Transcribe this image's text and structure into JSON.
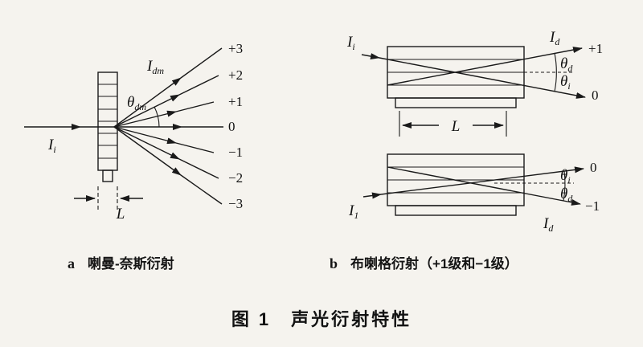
{
  "panel_a": {
    "label": "a",
    "title": "喇曼-奈斯衍射",
    "incident_base": "I",
    "incident_sub": "i",
    "diffracted_base": "I",
    "diffracted_sub": "dm",
    "angle_base": "θ",
    "angle_sub": "dm",
    "length_label": "L",
    "orders": [
      "+3",
      "+2",
      "+1",
      "0",
      "−1",
      "−2",
      "−3"
    ]
  },
  "panel_b": {
    "label": "b",
    "title": "布喇格衍射（+1级和−1级）",
    "top": {
      "incident_base": "I",
      "incident_sub": "i",
      "output_base": "I",
      "output_sub": "d",
      "order_plus": "+1",
      "order_zero": "0",
      "theta_d_base": "θ",
      "theta_d_sub": "d",
      "theta_i_base": "θ",
      "theta_i_sub": "i",
      "length_label": "L"
    },
    "bottom": {
      "incident_base": "I",
      "incident_sub": "1",
      "output_base": "I",
      "output_sub": "d",
      "order_zero": "0",
      "order_minus": "−1",
      "theta_i_base": "θ",
      "theta_i_sub": "i",
      "theta_d_base": "θ",
      "theta_d_sub": "d"
    }
  },
  "caption": "图 1　声光衍射特性"
}
